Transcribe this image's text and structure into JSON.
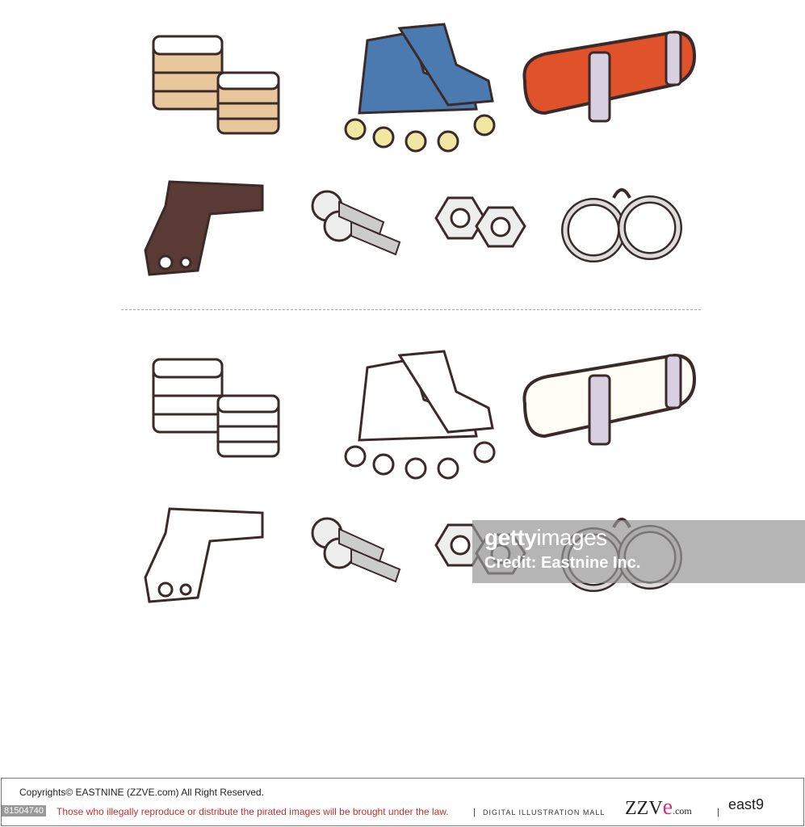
{
  "watermark": {
    "brand_bold": "getty",
    "brand_light": "images",
    "credit": "Credit: Eastnine Inc."
  },
  "footer": {
    "copyright": "Copyrights© EASTNINE (ZZVE.com) All Right Reserved.",
    "warning": "Those who illegally reproduce or distribute the pirated images will be brought under the law.",
    "image_id": "81504740",
    "mall_label": "DIGITAL ILLUSTRATION MALL",
    "zzve_prefix": "ZZV",
    "zzve_e": "e",
    "zzve_suffix": ".com",
    "east_logo": "east9"
  },
  "colors": {
    "skateboard": "#e0522a",
    "boxes": "#e8c89a",
    "gun": "#5a3a34",
    "outline": "#3a2a2a",
    "footer_warning": "#c03030",
    "zzve_accent": "#d03080"
  }
}
